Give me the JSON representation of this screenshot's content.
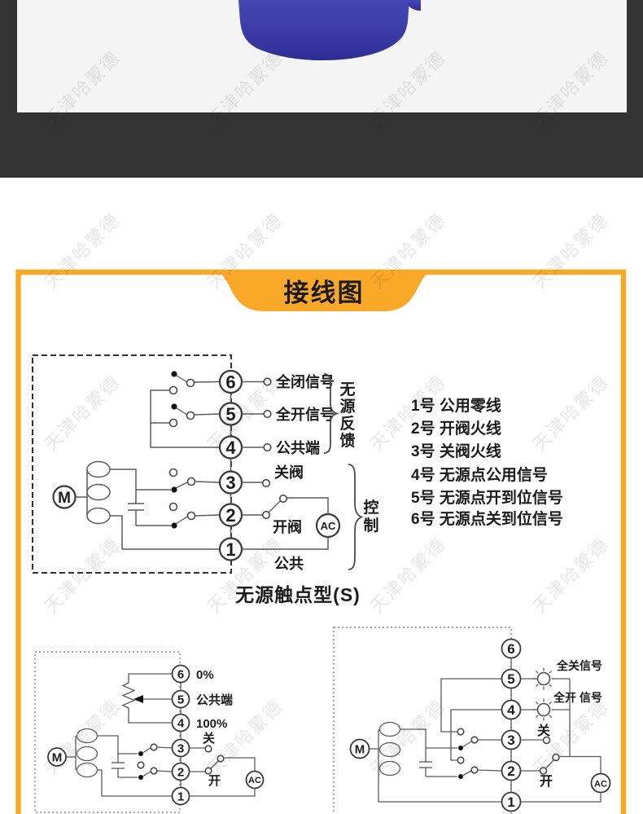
{
  "watermark": {
    "text": "天津哈蒙德"
  },
  "banner": {
    "title": "接线图"
  },
  "diagram_a": {
    "terminals": [
      "6",
      "5",
      "4",
      "3",
      "2",
      "1"
    ],
    "label_t6": "全闭信号",
    "label_t5": "全开信号",
    "label_t4": "公共端",
    "feedback_chars": [
      "无",
      "源",
      "反",
      "馈"
    ],
    "label_close": "关阀",
    "label_open": "开阀",
    "label_common": "公共",
    "control_chars": [
      "控",
      "制"
    ],
    "motor": "M",
    "ac": "AC"
  },
  "terminal_legend": {
    "items": [
      "1号 公用零线",
      "2号 开阀火线",
      "3号 关阀火线",
      "4号 无源点公用信号",
      "5号 无源点开到位信号",
      "6号 无源点关到位信号"
    ]
  },
  "caption": "无源触点型(S)",
  "diagram_b": {
    "terminals": [
      "6",
      "5",
      "4",
      "3",
      "2",
      "1"
    ],
    "label_t6": "0%",
    "label_t5": "公共端",
    "label_t4": "100%",
    "label_close": "关",
    "label_open": "开",
    "motor": "M",
    "ac": "AC"
  },
  "diagram_c": {
    "terminals": [
      "6",
      "5",
      "4",
      "3",
      "2",
      "1"
    ],
    "label_full_close": "全关信号",
    "label_full_open": "全开 信号",
    "label_close": "关",
    "label_open": "开",
    "motor": "M",
    "ac": "AC"
  },
  "colors": {
    "accent_orange": "#FAA827",
    "dark_band": "#333333",
    "photo_bg": "#f4f4f5",
    "product_blue": "#3c3ca8"
  }
}
